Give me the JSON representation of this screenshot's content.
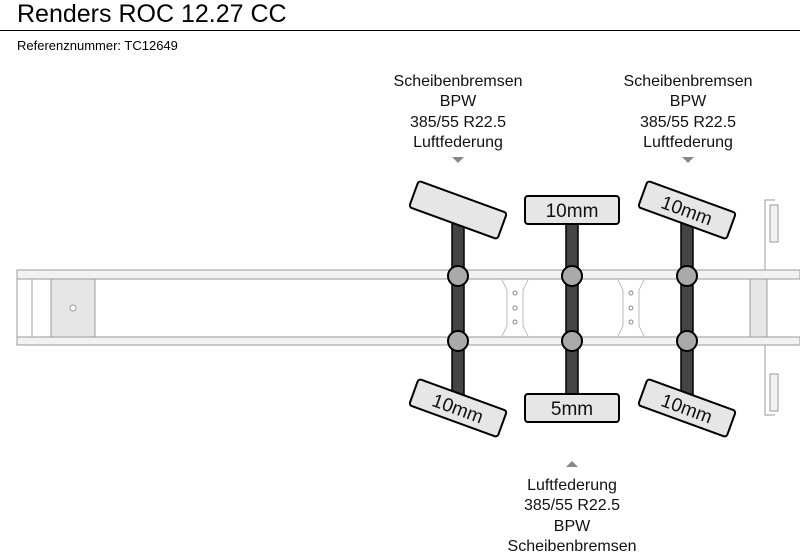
{
  "header": {
    "title": "Renders ROC 12.27 CC",
    "reference": "Referenznummer: TC12649"
  },
  "axles": [
    {
      "top_label": [
        "Scheibenbremsen",
        "BPW",
        "385/55 R22.5",
        "Luftfederung"
      ],
      "top_tire": "",
      "bottom_tire": "10mm"
    },
    {
      "bottom_label": [
        "Luftfederung",
        "385/55 R22.5",
        "BPW",
        "Scheibenbremsen"
      ],
      "top_tire": "10mm",
      "bottom_tire": "5mm"
    },
    {
      "top_label": [
        "Scheibenbremsen",
        "BPW",
        "385/55 R22.5",
        "Luftfederung"
      ],
      "top_tire": "10mm",
      "bottom_tire": "10mm"
    }
  ],
  "colors": {
    "axle": "#444444",
    "hub": "#aaaaaa",
    "tire": "#e6e6e6",
    "frame": "#f0f0f0"
  }
}
